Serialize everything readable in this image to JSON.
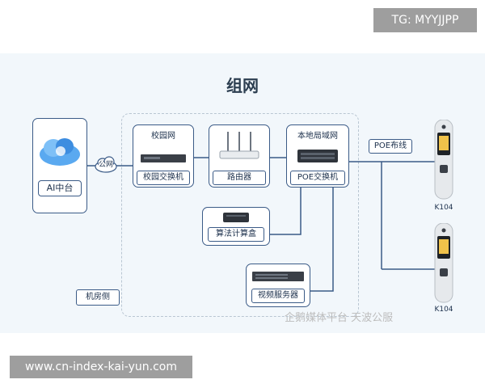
{
  "watermark": {
    "tg": "TG: MYYJJPP",
    "url": "www.cn-index-kai-yun.com",
    "brand": "企鹅媒体平台 天波公服"
  },
  "diagram": {
    "title": "组网",
    "ai_center": "AI中台",
    "public_net": "公网",
    "campus_net": "校园网",
    "campus_switch": "校园交换机",
    "router": "路由器",
    "lan": "本地局域网",
    "poe_switch": "POE交换机",
    "algo_box": "算法计算盒",
    "video_server": "视频服务器",
    "machine_room": "机房侧",
    "poe_cabling": "POE布线",
    "terminal_1": "K104",
    "terminal_2": "K104"
  },
  "colors": {
    "line": "#3b5b87",
    "accent": "#2c7fd3",
    "panel": "#f2f7fb"
  }
}
